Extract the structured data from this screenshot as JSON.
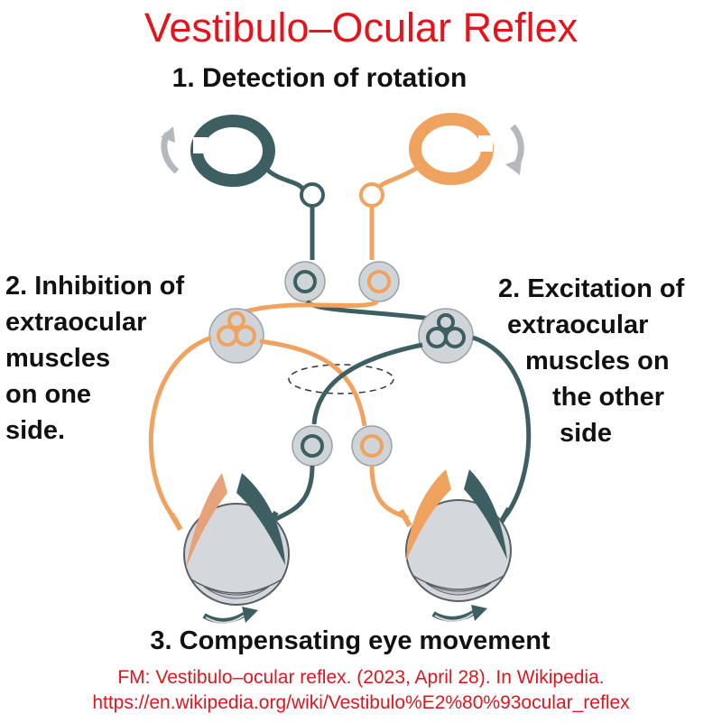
{
  "title": "Vestibulo–Ocular Reflex",
  "step1": "1. Detection of rotation",
  "inhibition": [
    "2. Inhibition of",
    "extraocular",
    "muscles",
    "on one",
    "side."
  ],
  "excitation": [
    "2. Excitation of",
    "extraocular",
    "muscles on",
    "the other",
    "side"
  ],
  "step3": "3. Compensating eye movement",
  "citation": {
    "line1": "FM: Vestibulo–ocular reflex. (2023, April 28). In Wikipedia.",
    "line2": "https://en.wikipedia.org/wiki/Vestibulo%E2%80%93ocular_reflex"
  },
  "colors": {
    "title": "#e3141b",
    "teal": "#3e5f62",
    "orange": "#efa35f",
    "gray_fill": "#cfd4d8",
    "arrow_gray": "#b3b9bd",
    "text": "#111111"
  },
  "icons": [
    "rotation-arrow-icon",
    "semicircular-canal-icon",
    "eyeball-icon",
    "eye-movement-arrow-icon"
  ]
}
